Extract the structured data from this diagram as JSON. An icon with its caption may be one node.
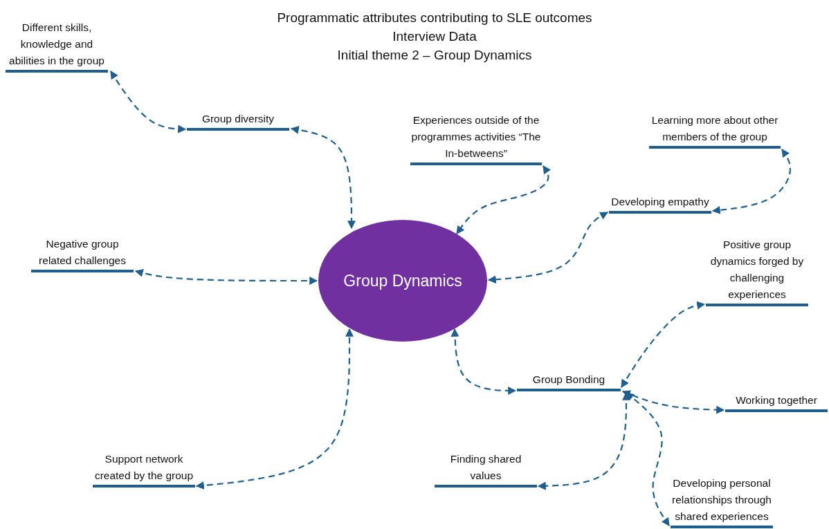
{
  "diagram": {
    "title": "Programmatic attributes contributing to SLE outcomes",
    "labels": [
      "Interview Data",
      "Initial theme 2 – Group Dynamics"
    ],
    "nodes": [
      {
        "text": [
          "Group Dynamics"
        ]
      },
      {
        "text": [
          "Different skills, knowledge and abilities in the group"
        ]
      },
      {
        "text": [
          "Group diversity"
        ]
      },
      {
        "text": [
          "Experiences outside of the programmes activities “The In-betweens”"
        ]
      },
      {
        "text": [
          "Learning more about other members of the group"
        ]
      },
      {
        "text": [
          "Developing empathy"
        ]
      },
      {
        "text": [
          "Negative group related challenges"
        ]
      },
      {
        "text": [
          "Positive group dynamics forged by challenging experiences"
        ]
      },
      {
        "text": [
          "Group Bonding"
        ]
      },
      {
        "text": [
          "Working together"
        ]
      },
      {
        "text": [
          "Support network created by the group"
        ]
      },
      {
        "text": [
          "Finding shared values"
        ]
      },
      {
        "text": [
          "Developing personal relationships through shared experiences"
        ]
      }
    ],
    "edges": [
      {
        "from": 1,
        "to": 2,
        "arrow": "both",
        "style": "dashed"
      },
      {
        "from": 2,
        "to": 0,
        "arrow": "both",
        "style": "dashed"
      },
      {
        "from": 3,
        "to": 0,
        "arrow": "both",
        "style": "dashed"
      },
      {
        "from": 5,
        "to": 0,
        "arrow": "both",
        "style": "dashed"
      },
      {
        "from": 4,
        "to": 5,
        "arrow": "both",
        "style": "dashed"
      },
      {
        "from": 6,
        "to": 0,
        "arrow": "both",
        "style": "dashed"
      },
      {
        "from": 10,
        "to": 0,
        "arrow": "both",
        "style": "dashed"
      },
      {
        "from": 0,
        "to": 8,
        "arrow": "both",
        "style": "dashed"
      },
      {
        "from": 8,
        "to": 7,
        "arrow": "both",
        "style": "dashed"
      },
      {
        "from": 8,
        "to": 9,
        "arrow": "both",
        "style": "dashed"
      },
      {
        "from": 8,
        "to": 11,
        "arrow": "both",
        "style": "dashed"
      },
      {
        "from": 8,
        "to": 12,
        "arrow": "both",
        "style": "dashed"
      }
    ]
  }
}
